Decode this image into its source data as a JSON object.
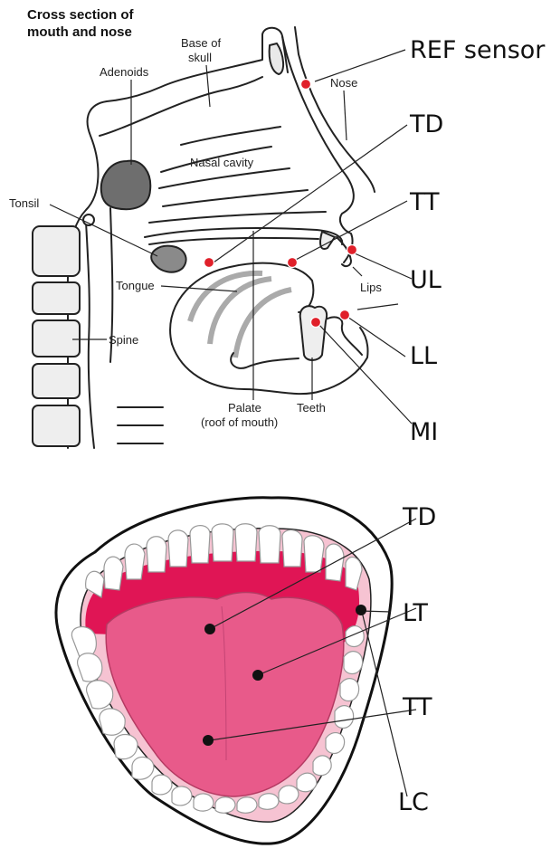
{
  "top_panel": {
    "title_line1": "Cross section of",
    "title_line2": "mouth and nose",
    "labels": {
      "base_of_skull_1": "Base of",
      "base_of_skull_2": "skull",
      "adenoids": "Adenoids",
      "nose": "Nose",
      "nasal_cavity": "Nasal cavity",
      "tonsil": "Tonsil",
      "tongue": "Tongue",
      "lips": "Lips",
      "spine": "Spine",
      "palate_1": "Palate",
      "palate_2": "(roof of mouth)",
      "teeth": "Teeth"
    },
    "sensors": {
      "ref": "REF sensor",
      "td": "TD",
      "tt": "TT",
      "ul": "UL",
      "ll": "LL",
      "mi": "MI"
    }
  },
  "bottom_panel": {
    "sensors": {
      "td": "TD",
      "lt": "LT",
      "tt": "TT",
      "lc": "LC"
    }
  },
  "colors": {
    "sensor_red": "#e0202a",
    "adenoid_gray": "#6e6e6e",
    "gum_red": "#e01555",
    "tongue_pink": "#e85a8a",
    "lip_pink": "#f6c3d2",
    "tooth_white": "#ffffff"
  }
}
